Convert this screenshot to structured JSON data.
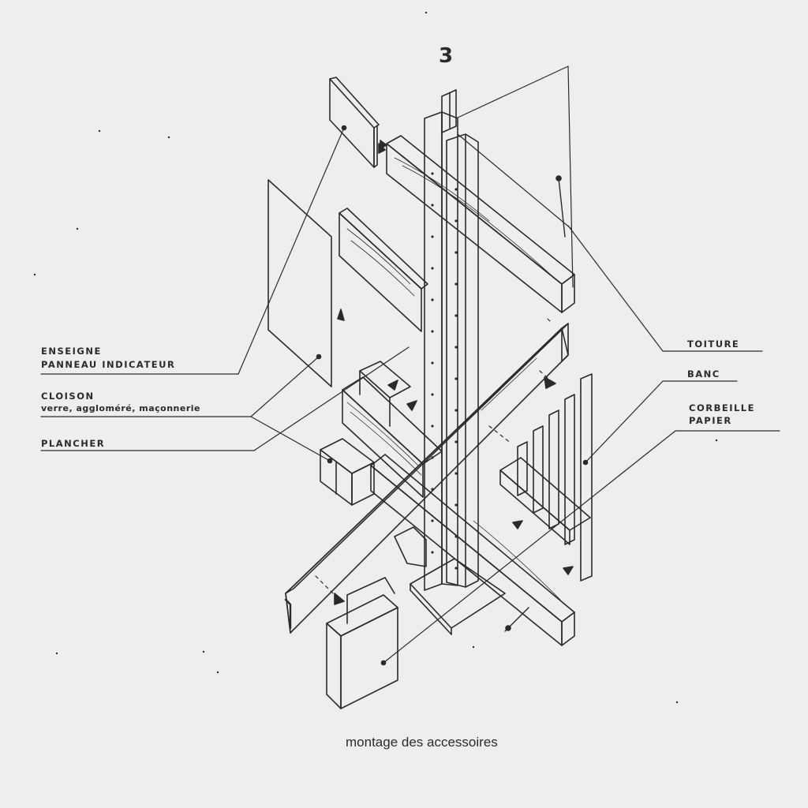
{
  "page_number": "3",
  "labels": {
    "enseigne": "ENSEIGNE",
    "panneau": "PANNEAU INDICATEUR",
    "cloison": "CLOISON",
    "cloison_detail": "verre, aggloméré, maçonnerie",
    "plancher": "PLANCHER",
    "toiture": "TOITURE",
    "banc": "BANC",
    "corbeille": "CORBEILLE",
    "papier": "PAPIER"
  },
  "caption": "montage des accessoires",
  "colors": {
    "background": "#eeeeec",
    "ink": "#2b2b2b"
  }
}
